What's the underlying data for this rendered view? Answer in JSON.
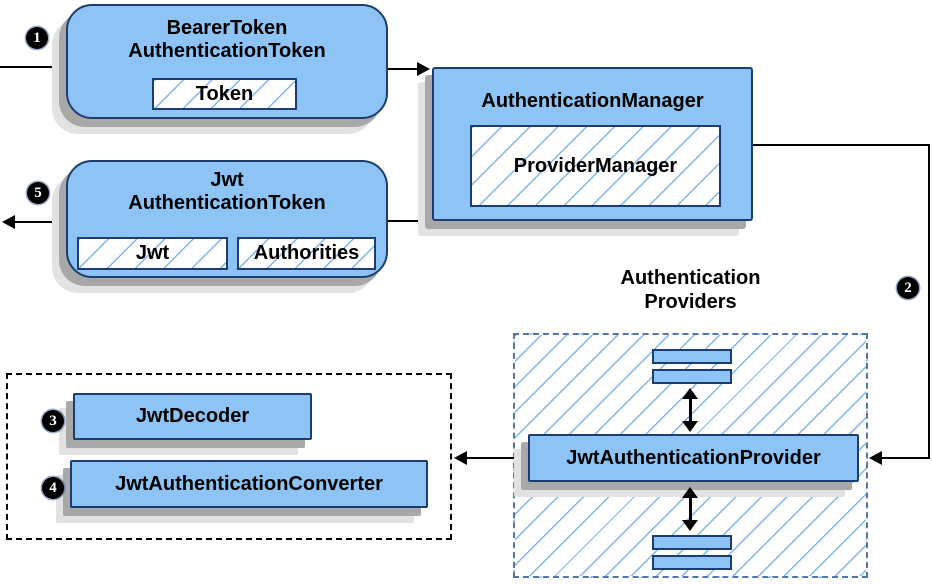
{
  "diagram": {
    "badges": {
      "b1": "1",
      "b2": "2",
      "b3": "3",
      "b4": "4",
      "b5": "5"
    },
    "nodes": {
      "bearer_token": {
        "title": "BearerToken\nAuthenticationToken",
        "token": "Token"
      },
      "authentication_manager": {
        "title": "AuthenticationManager",
        "inner": "ProviderManager"
      },
      "jwt_authentication_token": {
        "title": "Jwt\nAuthenticationToken",
        "jwt": "Jwt",
        "authorities": "Authorities"
      },
      "providers_group": {
        "title": "Authentication\nProviders",
        "provider": "JwtAuthenticationProvider"
      },
      "decoder_group": {
        "decoder": "JwtDecoder",
        "converter": "JwtAuthenticationConverter"
      }
    },
    "colors": {
      "node_fill": "#8dc4f5",
      "node_border": "#1c3e6e",
      "providers_border": "#4f77ad",
      "hatch_line": "#7db4f0",
      "shadow_dark": "#a8a8a8",
      "shadow_light": "#e2e2e2"
    }
  }
}
